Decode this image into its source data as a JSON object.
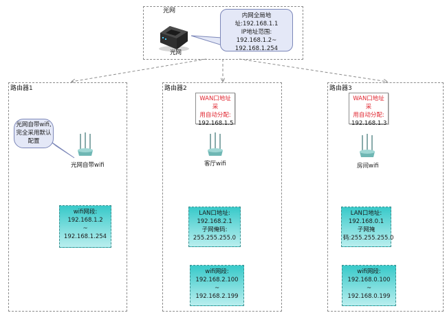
{
  "modem": {
    "title": "光网",
    "label": "光网",
    "callout": [
      "内网全局地址:192.168.1.1",
      "IP地址范围:",
      "192.168.1.2~",
      "192.168.1.254"
    ]
  },
  "routers": [
    {
      "title": "路由器1",
      "wifi_callout": [
        "光网自带wifi,",
        "完全采用默认",
        "配置"
      ],
      "device_label": "光网自带wifi",
      "wifi_range": [
        "wifi网段:",
        "192.168.1.2",
        "~",
        "192.168.1.254"
      ]
    },
    {
      "title": "路由器2",
      "wan": [
        "WAN口地址采",
        "用自动分配:",
        "192.168.1.5"
      ],
      "device_label": "客厅wifi",
      "lan": [
        "LAN口地址:",
        "192.168.2.1",
        "子网俺码:",
        "255.255.255.0"
      ],
      "wifi_range": [
        "wifi网段:",
        "192.168.2.100",
        "~",
        "192.168.2.199"
      ]
    },
    {
      "title": "路由器3",
      "wan": [
        "WAN口地址采",
        "用自动分配:",
        "192.168.1.3"
      ],
      "device_label": "房间wifi",
      "lan": [
        "LAN口地址:",
        "192.168.0.1",
        "子网掩",
        "码:255.255.255.0"
      ],
      "wifi_range": [
        "wifi网段:",
        "192.168.0.100",
        "~",
        "192.168.0.199"
      ]
    }
  ],
  "colors": {
    "dash": "#8a8a8a",
    "callout_fill": "#e4e8f7",
    "teal": "#38c9c9",
    "wan_text": "#e0242e"
  }
}
